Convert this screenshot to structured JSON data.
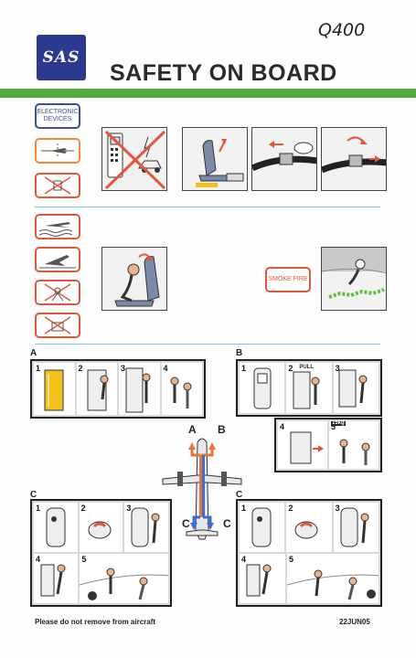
{
  "header": {
    "model": "Q400",
    "logo": "SAS",
    "title": "SAFETY ON BOARD"
  },
  "icons": {
    "electronic_devices": "ELECTRONIC DEVICES",
    "smoke_fire": "SMOKE FIRE"
  },
  "exits": {
    "a": "A",
    "b": "B",
    "c_left": "C",
    "c_right": "C",
    "plane_a": "A",
    "plane_b": "B",
    "plane_c_left": "C",
    "plane_c_right": "C"
  },
  "steps": {
    "a": [
      "1",
      "2",
      "3",
      "4"
    ],
    "b": [
      "1",
      "2",
      "3",
      "4",
      "5"
    ],
    "c_left": [
      "1",
      "2",
      "3",
      "4",
      "5"
    ],
    "c_right": [
      "1",
      "2",
      "3",
      "4",
      "5"
    ]
  },
  "labels": {
    "pull": "PULL",
    "weight": "15kg"
  },
  "footer": {
    "notice": "Please do not remove from aircraft",
    "code": "22JUN05"
  },
  "colors": {
    "green": "#4fae3b",
    "logo_blue": "#2b3a8f",
    "warning_red": "#e2573a",
    "exit_orange": "#e8743a",
    "exit_blue": "#3a6fd6"
  }
}
